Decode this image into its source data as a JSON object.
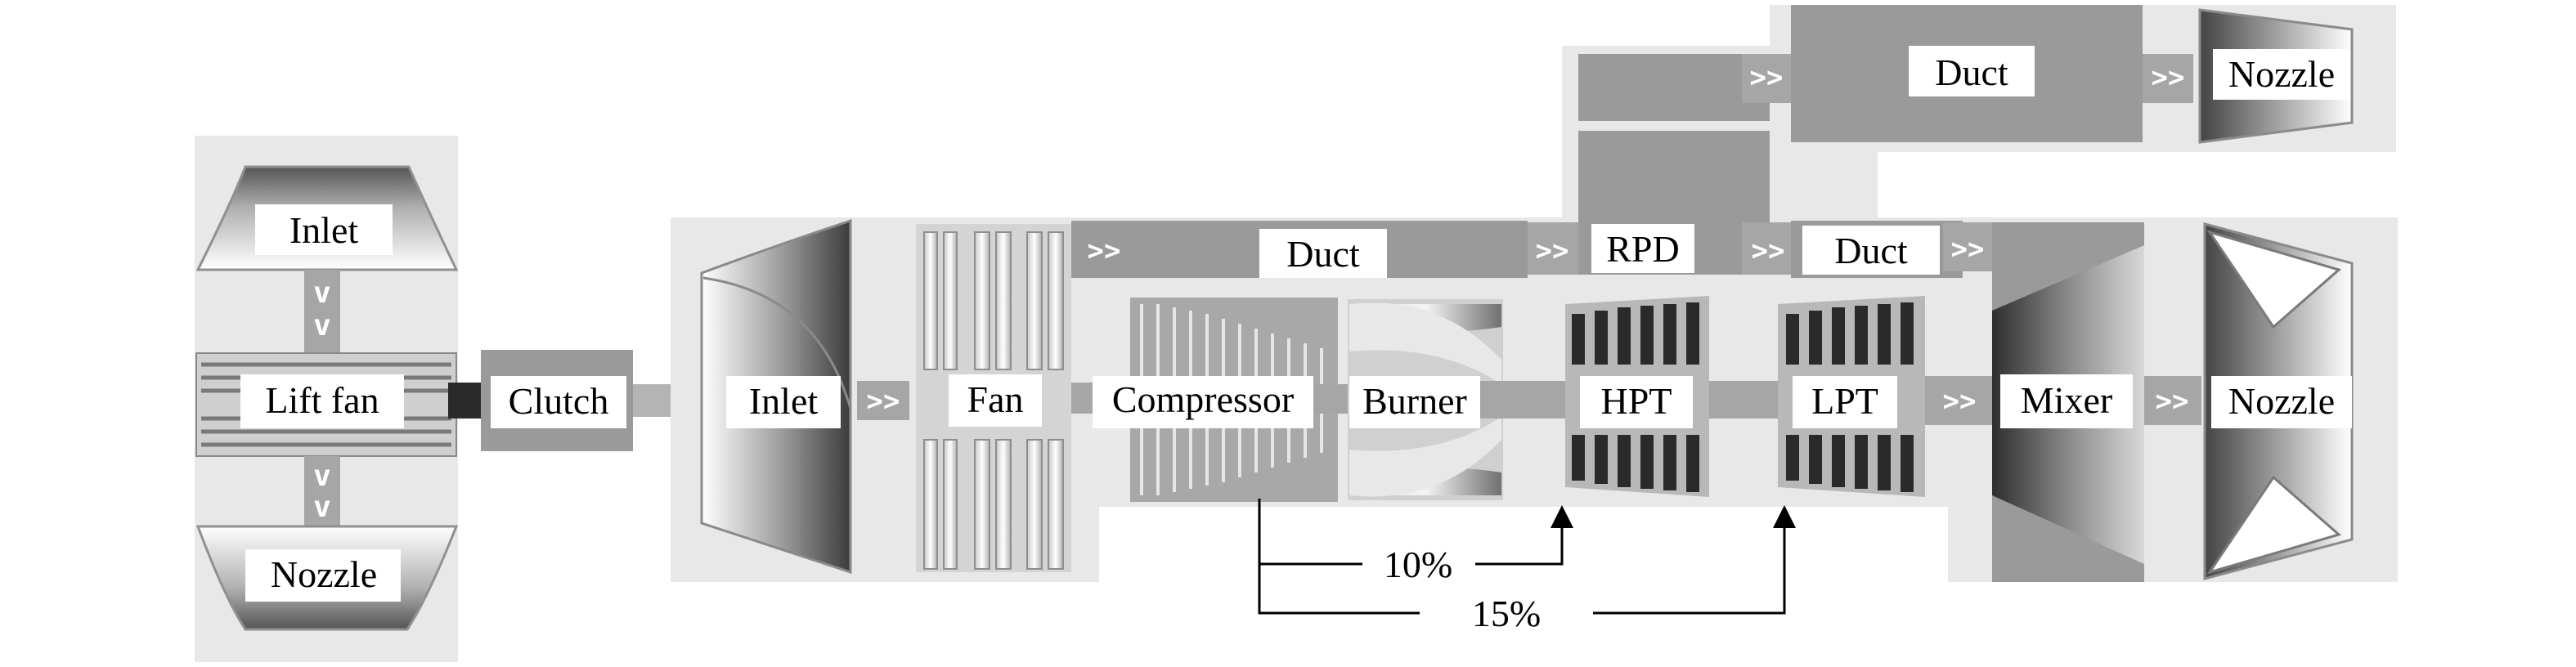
{
  "colors": {
    "panel": "#e8e8e8",
    "block": "#9a9a9a",
    "connector": "#a6a6a6",
    "dark": "#3a3a3a",
    "label_bg": "#ffffff",
    "line": "#000000"
  },
  "icons": {
    "flow_chevron": "double-chevron-right",
    "vertical_chevron": "chevron-down"
  },
  "lift": {
    "inlet": "Inlet",
    "fan": "Lift fan",
    "nozzle": "Nozzle",
    "clutch": "Clutch"
  },
  "main": {
    "inlet": "Inlet",
    "fan": "Fan",
    "bypass_duct": "Duct",
    "compressor": "Compressor",
    "burner": "Burner",
    "hpt": "HPT",
    "lpt": "LPT",
    "rpd": "RPD",
    "core_duct": "Duct",
    "mixer": "Mixer",
    "nozzle": "Nozzle"
  },
  "upper": {
    "duct": "Duct",
    "nozzle": "Nozzle"
  },
  "bleed": {
    "hpt_fraction": "10%",
    "lpt_fraction": "15%"
  }
}
